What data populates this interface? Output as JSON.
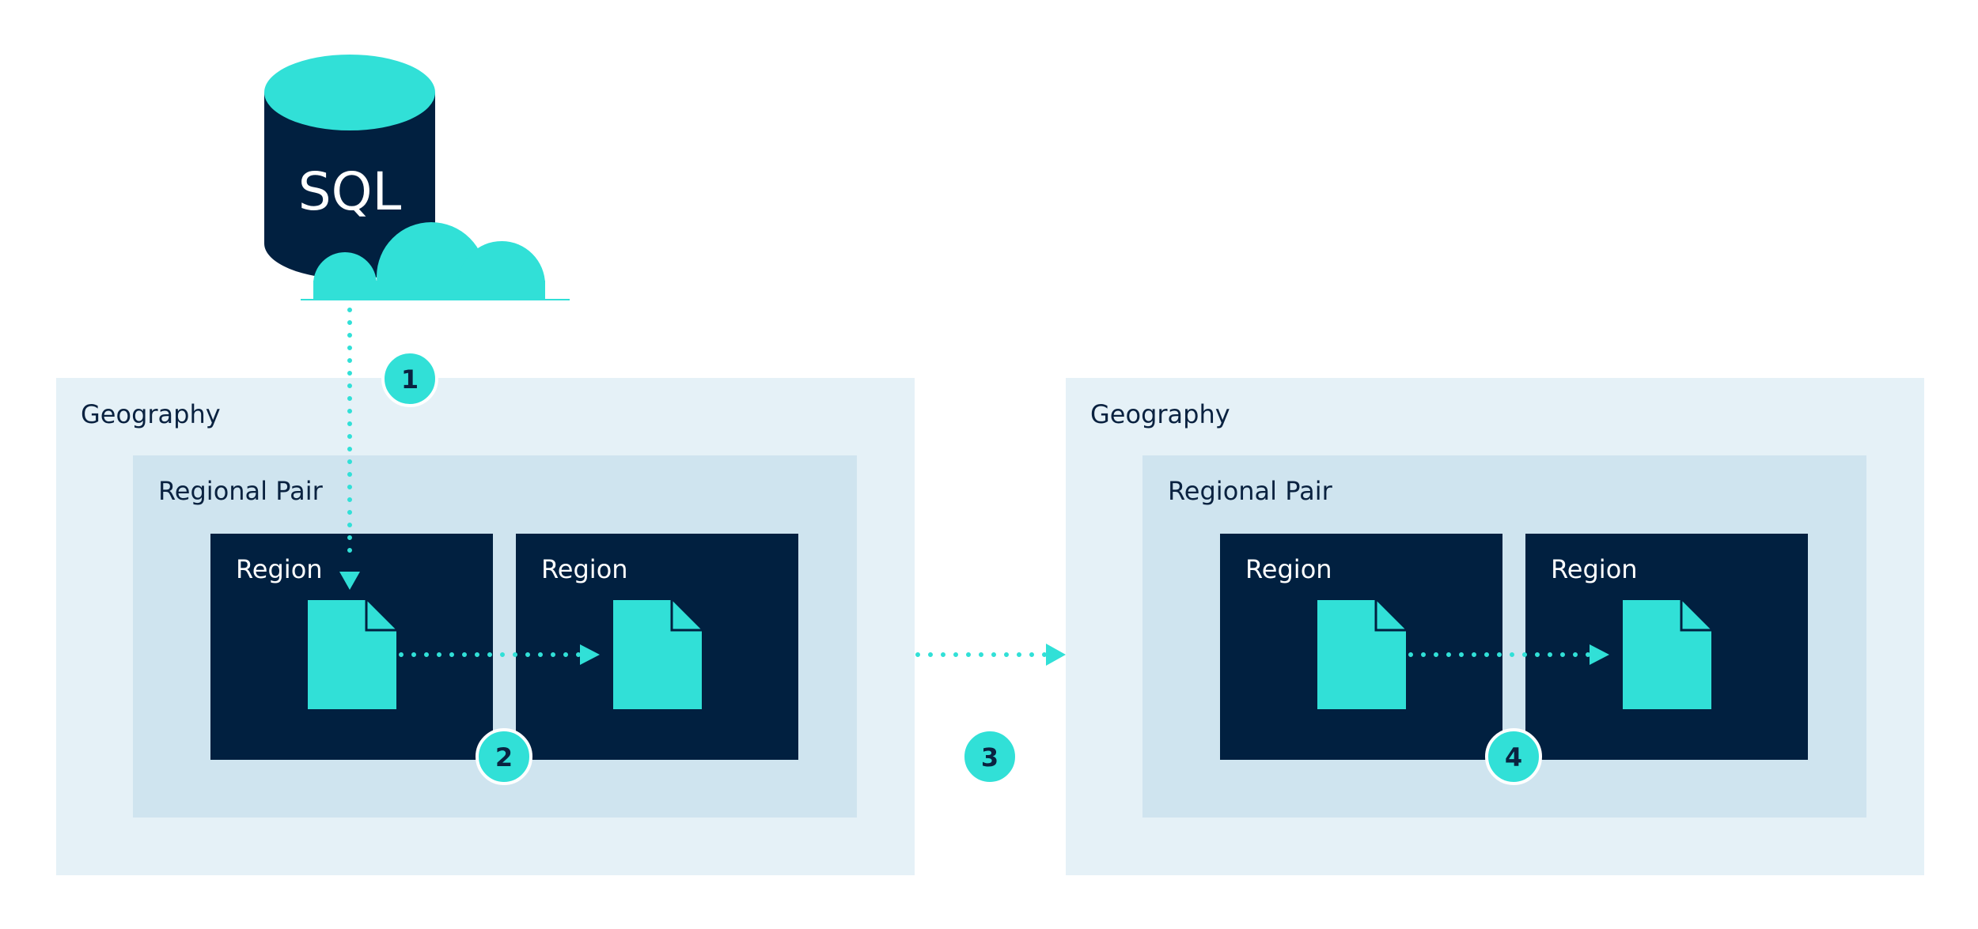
{
  "colors": {
    "accent": "#31e0d7",
    "navy": "#012040",
    "geography_bg": "#e5f1f7",
    "pair_bg": "#cfe4ef",
    "white": "#ffffff"
  },
  "database": {
    "label": "SQL",
    "icon": "database-cloud-icon"
  },
  "geographies": [
    {
      "label": "Geography",
      "pair": {
        "label": "Regional Pair",
        "regions": [
          {
            "label": "Region"
          },
          {
            "label": "Region"
          }
        ]
      }
    },
    {
      "label": "Geography",
      "pair": {
        "label": "Regional Pair",
        "regions": [
          {
            "label": "Region"
          },
          {
            "label": "Region"
          }
        ]
      }
    }
  ],
  "steps": [
    "1",
    "2",
    "3",
    "4"
  ],
  "icons": {
    "file": "file-icon",
    "arrow": "arrow-head-icon"
  }
}
